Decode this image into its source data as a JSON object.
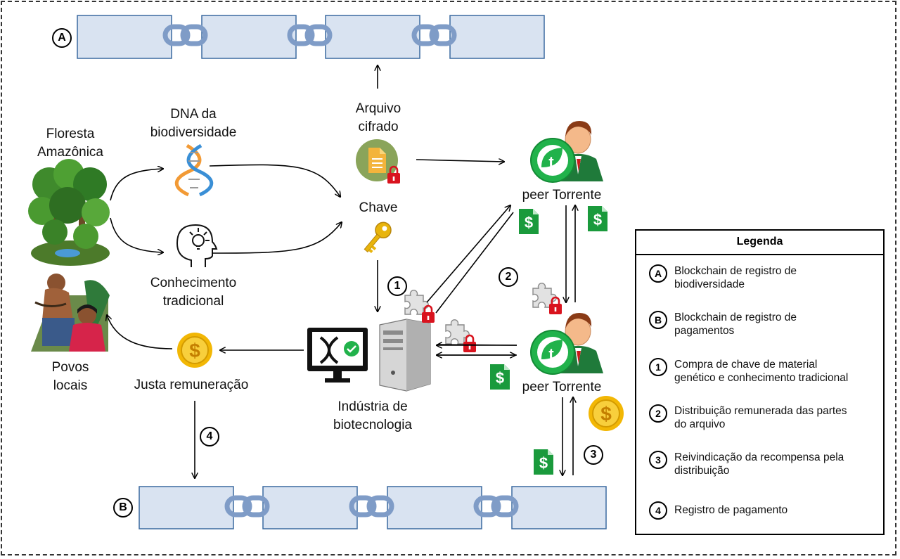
{
  "labels": {
    "floresta": "Floresta\nAmazônica",
    "dna": "DNA da\nbiodiversidade",
    "conhecimento": "Conhecimento\ntradicional",
    "povos": "Povos\nlocais",
    "arquivo": "Arquivo\ncifrado",
    "chave": "Chave",
    "peer_top": "peer Torrente",
    "peer_bottom": "peer Torrente",
    "industria": "Indústria de\nbiotecnologia",
    "remuneracao": "Justa remuneração"
  },
  "markers": {
    "a": "A",
    "b": "B",
    "m1": "1",
    "m2": "2",
    "m3": "3",
    "m4": "4"
  },
  "legend": {
    "title": "Legenda",
    "items": [
      {
        "marker": "A",
        "text": "Blockchain de registro de\nbiodiversidade"
      },
      {
        "marker": "B",
        "text": "Blockchain de registro de\npagamentos"
      },
      {
        "marker": "1",
        "text": "Compra de chave de material\ngenético e conhecimento tradicional"
      },
      {
        "marker": "2",
        "text": "Distribuição remunerada das partes\ndo arquivo"
      },
      {
        "marker": "3",
        "text": "Reivindicação da recompensa pela\ndistribuição"
      },
      {
        "marker": "4",
        "text": "Registro de pagamento"
      }
    ]
  },
  "icons": {
    "coin_symbol": "$",
    "peer_symbol": "t",
    "money_doc_symbol": "$"
  },
  "colors": {
    "block_fill": "#d9e3f1",
    "block_stroke": "#3b6aa0",
    "chain": "#7f9cc7",
    "lock": "#d9131e",
    "money_doc": "#1a9a3c",
    "coin": "#f2b705",
    "peer_green": "#21b24b",
    "document_bg": "#8aa45a",
    "document": "#f3b43c",
    "key": "#e8b40c"
  }
}
